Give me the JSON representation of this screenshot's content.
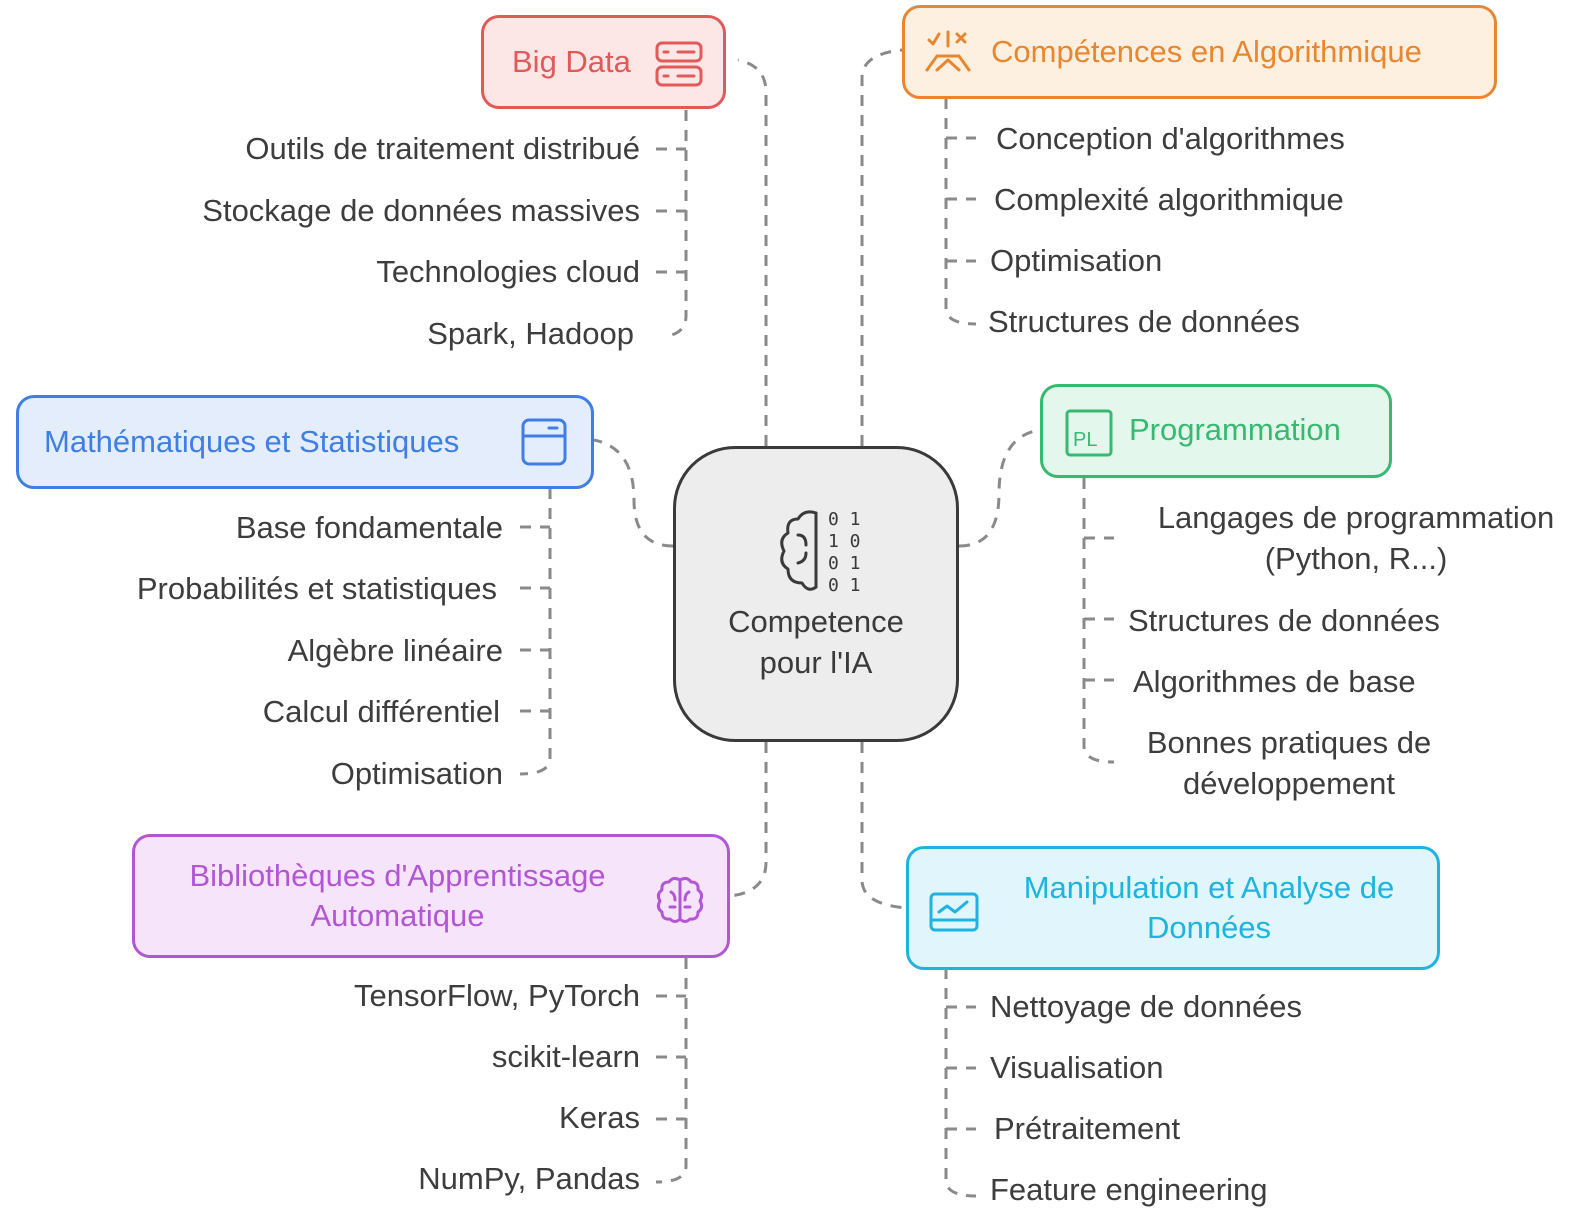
{
  "center": {
    "label": "Competence pour l'IA",
    "icon": "brain-binary-icon"
  },
  "branches": {
    "big_data": {
      "title": "Big Data",
      "icon": "server-icon",
      "color": "#e05a5a",
      "fill": "#fde6e6",
      "items": [
        "Outils de traitement distribué",
        "Stockage de données massives",
        "Technologies cloud",
        "Spark, Hadoop"
      ]
    },
    "algorithmique": {
      "title": "Compétences en Algorithmique",
      "icon": "decision-tree-icon",
      "color": "#e8872f",
      "fill": "#fdf0e1",
      "items": [
        "Conception d'algorithmes",
        "Complexité algorithmique",
        "Optimisation",
        "Structures de données"
      ]
    },
    "maths": {
      "title": "Mathématiques et Statistiques",
      "icon": "calculator-icon",
      "color": "#3f7ee3",
      "fill": "#e3edfc",
      "items": [
        "Base fondamentale",
        "Probabilités et statistiques",
        "Algèbre linéaire",
        "Calcul différentiel",
        "Optimisation"
      ]
    },
    "programmation": {
      "title": "Programmation",
      "icon": "pl-code-icon",
      "color": "#37b970",
      "fill": "#e4f7ec",
      "items": [
        "Langages de programmation (Python, R...)",
        "Structures de données",
        "Algorithmes de base",
        "Bonnes pratiques de développement"
      ]
    },
    "bibliotheques": {
      "title": "Bibliothèques d'Apprentissage Automatique",
      "icon": "brain-icon",
      "color": "#b356d6",
      "fill": "#f6e4fa",
      "items": [
        "TensorFlow, PyTorch",
        "scikit-learn",
        "Keras",
        "NumPy, Pandas"
      ]
    },
    "manipulation": {
      "title": "Manipulation et Analyse de Données",
      "icon": "chart-line-icon",
      "color": "#1fb4de",
      "fill": "#e0f5fc",
      "items": [
        "Nettoyage de données",
        "Visualisation",
        "Prétraitement",
        "Feature engineering"
      ]
    }
  }
}
